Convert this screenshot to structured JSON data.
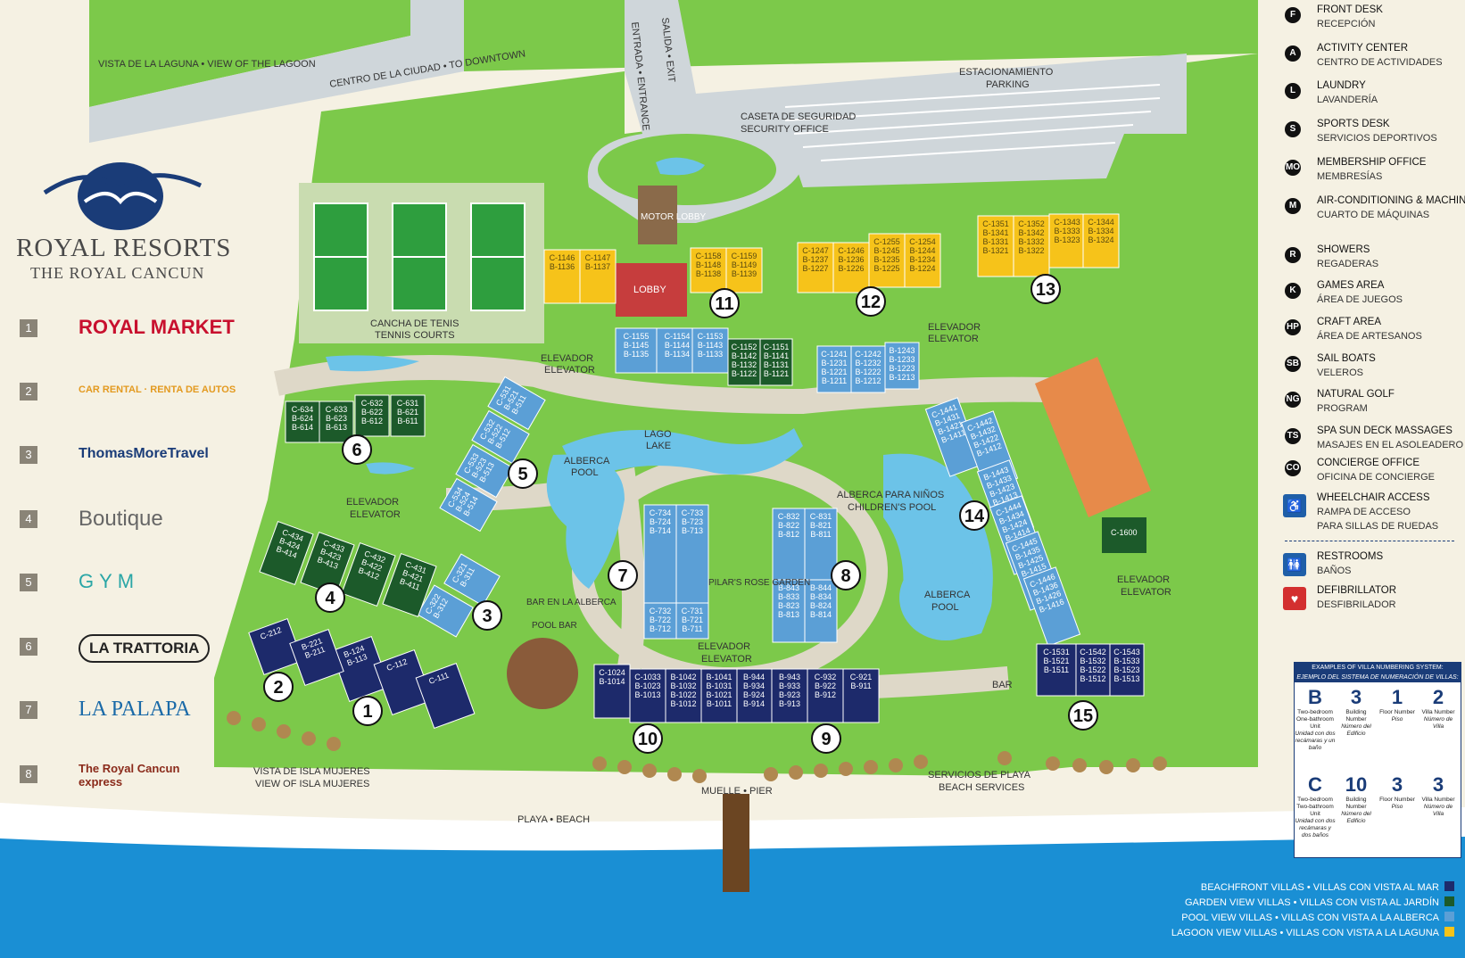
{
  "brand": {
    "title": "ROYAL RESORTS",
    "subtitle": "THE ROYAL CANCUN"
  },
  "businesses": [
    {
      "n": "1",
      "name": "ROYAL MARKET"
    },
    {
      "n": "2",
      "name": "CAR RENTAL · RENTA DE AUTOS"
    },
    {
      "n": "3",
      "name": "ThomasMoreTravel"
    },
    {
      "n": "4",
      "name": "Boutique"
    },
    {
      "n": "5",
      "name": "GYM"
    },
    {
      "n": "6",
      "name": "LA TRATTORIA"
    },
    {
      "n": "7",
      "name": "LA PALAPA"
    },
    {
      "n": "8",
      "name": "The Royal Cancun express"
    }
  ],
  "map_labels": {
    "lagoon_view": "VISTA DE LA LAGUNA • VIEW OF THE LAGOON",
    "downtown": "CENTRO DE LA CIUDAD • TO DOWNTOWN",
    "entrance": "ENTRADA • ENTRANCE",
    "exit": "SALIDA • EXIT",
    "parking_es": "ESTACIONAMIENTO",
    "parking_en": "PARKING",
    "security_es": "CASETA DE SEGURIDAD",
    "security_en": "SECURITY OFFICE",
    "motor_lobby": "MOTOR LOBBY",
    "lobby": "LOBBY",
    "tennis_es": "CANCHA DE TENIS",
    "tennis_en": "TENNIS COURTS",
    "elevator_es": "ELEVADOR",
    "elevator_en": "ELEVATOR",
    "lake_es": "LAGO",
    "lake_en": "LAKE",
    "pool_es": "ALBERCA",
    "pool_en": "POOL",
    "kids_pool_es": "ALBERCA PARA NIÑOS",
    "kids_pool_en": "CHILDREN'S POOL",
    "pool_bar_es": "BAR EN LA ALBERCA",
    "pool_bar_en": "POOL BAR",
    "garden": "PILAR'S ROSE GARDEN",
    "bar": "BAR",
    "beach_services_es": "SERVICIOS DE PLAYA",
    "beach_services_en": "BEACH SERVICES",
    "isla_es": "VISTA DE ISLA MUJERES",
    "isla_en": "VIEW OF ISLA MUJERES",
    "pier": "MUELLE • PIER",
    "beach": "PLAYA • BEACH"
  },
  "legend": [
    {
      "icon": "F",
      "en": "FRONT DESK",
      "es": "RECEPCIÓN"
    },
    {
      "icon": "A",
      "en": "ACTIVITY CENTER",
      "es": "CENTRO DE ACTIVIDADES"
    },
    {
      "icon": "L",
      "en": "LAUNDRY",
      "es": "LAVANDERÍA"
    },
    {
      "icon": "S",
      "en": "SPORTS DESK",
      "es": "SERVICIOS DEPORTIVOS"
    },
    {
      "icon": "MO",
      "en": "MEMBERSHIP OFFICE",
      "es": "MEMBRESÍAS"
    },
    {
      "icon": "M",
      "en": "AIR-CONDITIONING & MACHINE HOUSE",
      "es": "CUARTO DE MÁQUINAS"
    },
    {
      "icon": "R",
      "en": "SHOWERS",
      "es": "REGADERAS"
    },
    {
      "icon": "K",
      "en": "GAMES AREA",
      "es": "ÁREA DE JUEGOS"
    },
    {
      "icon": "HP",
      "en": "CRAFT AREA",
      "es": "ÁREA DE ARTESANOS"
    },
    {
      "icon": "SB",
      "en": "SAIL BOATS",
      "es": "VELEROS"
    },
    {
      "icon": "NG",
      "en": "NATURAL GOLF",
      "es": "PROGRAM"
    },
    {
      "icon": "TS",
      "en": "SPA SUN DECK MASSAGES",
      "es": "MASAJES EN EL ASOLEADERO"
    },
    {
      "icon": "CO",
      "en": "CONCIERGE OFFICE",
      "es": "OFICINA DE CONCIERGE"
    }
  ],
  "legend_extra": [
    {
      "icon": "♿",
      "en": "WHEELCHAIR ACCESS",
      "es": "RAMPA DE ACCESO",
      "es2": "PARA SILLAS DE RUEDAS",
      "color": "#1f5fa8"
    },
    {
      "icon": "🚻",
      "en": "RESTROOMS",
      "es": "BAÑOS",
      "color": "#1f5fa8"
    },
    {
      "icon": "♥",
      "en": "DEFIBRILLATOR",
      "es": "DESFIBRILADOR",
      "color": "#d32f2f"
    }
  ],
  "numbering": {
    "head_en": "EXAMPLES OF VILLA NUMBERING SYSTEM:",
    "head_es": "EJEMPLO DEL SISTEMA DE NUMERACIÓN DE VILLAS:",
    "row1": [
      {
        "big": "B",
        "sm": "Two-bedroom One-bathroom Unit",
        "it": "Unidad con dos recámaras y un baño"
      },
      {
        "big": "3",
        "sm": "Building Number",
        "it": "Número del Edificio"
      },
      {
        "big": "1",
        "sm": "Floor Number",
        "it": "Piso"
      },
      {
        "big": "2",
        "sm": "Villa Number",
        "it": "Número de Villa"
      }
    ],
    "row2": [
      {
        "big": "C",
        "sm": "Two-bedroom Two-bathroom Unit",
        "it": "Unidad con dos recámaras y dos baños"
      },
      {
        "big": "10",
        "sm": "Building Number",
        "it": "Número del Edificio"
      },
      {
        "big": "3",
        "sm": "Floor Number",
        "it": "Piso"
      },
      {
        "big": "3",
        "sm": "Villa Number",
        "it": "Número de Villa"
      }
    ]
  },
  "villa_types": [
    {
      "label": "BEACHFRONT VILLAS • VILLAS CON VISTA AL MAR",
      "color": "#1d2a6b"
    },
    {
      "label": "GARDEN VIEW VILLAS • VILLAS CON VISTA AL JARDÍN",
      "color": "#1c5a2a"
    },
    {
      "label": "POOL VIEW VILLAS • VILLAS CON VISTA A LA ALBERCA",
      "color": "#5b9fd6"
    },
    {
      "label": "LAGOON VIEW VILLAS • VILLAS CON VISTA A LA LAGUNA",
      "color": "#f6c31a"
    }
  ],
  "colors": {
    "grass": "#7cc94a",
    "road": "#cfd6da",
    "water": "#6cc3e8",
    "sea": "#1a8fd4",
    "sand": "#f7f3e6"
  },
  "buildings": [
    {
      "num": "1",
      "units": [
        "B-124 B-113",
        "C-112",
        "C-111"
      ]
    },
    {
      "num": "2",
      "units": [
        "C-212",
        "B-221 B-211"
      ]
    },
    {
      "num": "3",
      "units": [
        "C-322 B-312",
        "C-321 B-311"
      ]
    },
    {
      "num": "4",
      "units": [
        "C-434 B-424 B-414",
        "C-433 B-423 B-413",
        "C-432 B-422 B-412",
        "C-431 B-421 B-411"
      ]
    },
    {
      "num": "5",
      "units": [
        "C-534 B-524 B-514",
        "C-533 B-523 B-513",
        "C-532 B-522 B-512",
        "C-531 B-521 B-511"
      ]
    },
    {
      "num": "6",
      "units": [
        "C-634 B-624 B-614",
        "C-633 B-623 B-613",
        "C-632 B-622 B-612",
        "C-631 B-621 B-611"
      ]
    },
    {
      "num": "7",
      "units": [
        "C-734 B-724 B-714",
        "C-733 B-723 B-713",
        "C-732 B-722 B-712",
        "C-731 B-721 B-711"
      ]
    },
    {
      "num": "8",
      "units": [
        "C-832 B-822 B-812",
        "C-831 B-821 B-811",
        "B-843 B-833 B-823 B-813",
        "B-844 B-834 B-824 B-814"
      ]
    },
    {
      "num": "9",
      "units": [
        "B-943 B-933 B-923 B-913",
        "C-932 B-922 B-912",
        "C-921 B-911",
        "B-944 B-934 B-924 B-914"
      ]
    },
    {
      "num": "10",
      "units": [
        "C-1024 B-1014",
        "C-1033 B-1023 B-1013",
        "B-1042 B-1032 B-1022 B-1012",
        "B-1041 B-1031 B-1021 B-1011"
      ]
    },
    {
      "num": "11",
      "units": [
        "C-1146 B-1136",
        "C-1147 B-1137",
        "C-1158 B-1148 B-1138",
        "C-1159 B-1149 B-1139",
        "C-1155 B-1145 B-1135",
        "C-1154 B-1144 B-1134",
        "C-1153 B-1143 B-1133",
        "C-1152 B-1142 B-1132 B-1122",
        "C-1151 B-1141 B-1131 B-1121"
      ]
    },
    {
      "num": "12",
      "units": [
        "C-1247 B-1237 B-1227",
        "C-1246 B-1236 B-1226",
        "C-1255 B-1245 B-1235 B-1225",
        "C-1254 B-1244 B-1234 B-1224",
        "C-1241 B-1231 B-1221 B-1211",
        "C-1242 B-1232 B-1222 B-1212",
        "B-1243 B-1233 B-1223 B-1213"
      ]
    },
    {
      "num": "13",
      "units": [
        "C-1351 B-1341 B-1331 B-1321",
        "C-1352 B-1342 B-1332 B-1322",
        "C-1343 B-1333 B-1323",
        "C-1344 B-1334 B-1324"
      ]
    },
    {
      "num": "14",
      "units": [
        "C-1441 B-1431 B-1421 B-1411",
        "C-1442 B-1432 B-1422 B-1412",
        "B-1443 B-1433 B-1423 B-1413",
        "C-1444 B-1434 B-1424 B-1414",
        "C-1445 B-1435 B-1425 B-1415",
        "C-1446 B-1436 B-1426 B-1416"
      ]
    },
    {
      "num": "15",
      "units": [
        "C-1531 B-1521 B-1511",
        "C-1542 B-1532 B-1522 B-1512",
        "C-1543 B-1533 B-1523 B-1513"
      ]
    }
  ],
  "other": {
    "c1600": "C-1600"
  }
}
